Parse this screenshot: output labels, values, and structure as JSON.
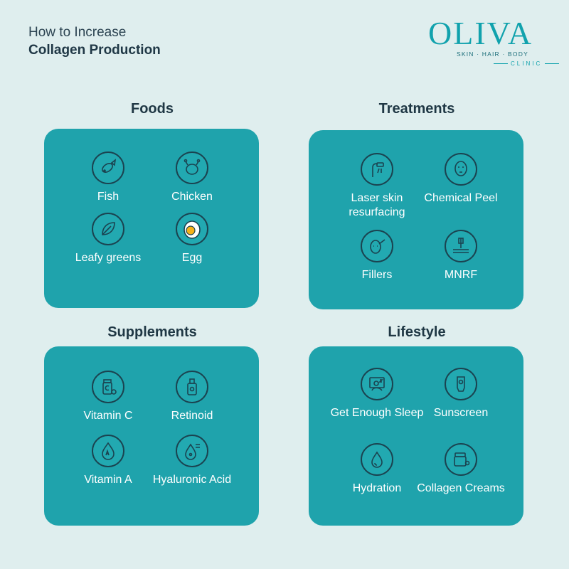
{
  "header": {
    "line1": "How to Increase",
    "line2": "Collagen Production"
  },
  "logo": {
    "word": "OLIVA",
    "sub": "SKIN · HAIR · BODY",
    "clinic": "CLINIC"
  },
  "sections": {
    "foods": {
      "title": "Foods",
      "items": [
        "Fish",
        "Chicken",
        "Leafy greens",
        "Egg"
      ]
    },
    "treatments": {
      "title": "Treatments",
      "items": [
        "Laser skin resurfacing",
        "Chemical Peel",
        "Fillers",
        "MNRF"
      ]
    },
    "supplements": {
      "title": "Supplements",
      "items": [
        "Vitamin C",
        "Retinoid",
        "Vitamin A",
        "Hyaluronic Acid"
      ]
    },
    "lifestyle": {
      "title": "Lifestyle",
      "items": [
        "Get Enough Sleep",
        "Sunscreen",
        "Hydration",
        "Collagen Creams"
      ]
    }
  },
  "colors": {
    "background": "#dfeeee",
    "panel": "#1fa3ac",
    "brand": "#11a2ad",
    "egg_yolk": "#f5b21a"
  },
  "icons": {
    "foods": [
      "fish-icon",
      "chicken-icon",
      "leaf-icon",
      "egg-icon"
    ],
    "treatments": [
      "laser-icon",
      "face-mask-icon",
      "face-injection-icon",
      "skin-needle-icon"
    ],
    "supplements": [
      "vitamin-c-bottle-icon",
      "retinoid-bottle-icon",
      "vitamin-a-drop-icon",
      "hyaluronic-drop-icon"
    ],
    "lifestyle": [
      "sleep-icon",
      "sunscreen-tube-icon",
      "water-drop-icon",
      "cream-jar-icon"
    ]
  }
}
